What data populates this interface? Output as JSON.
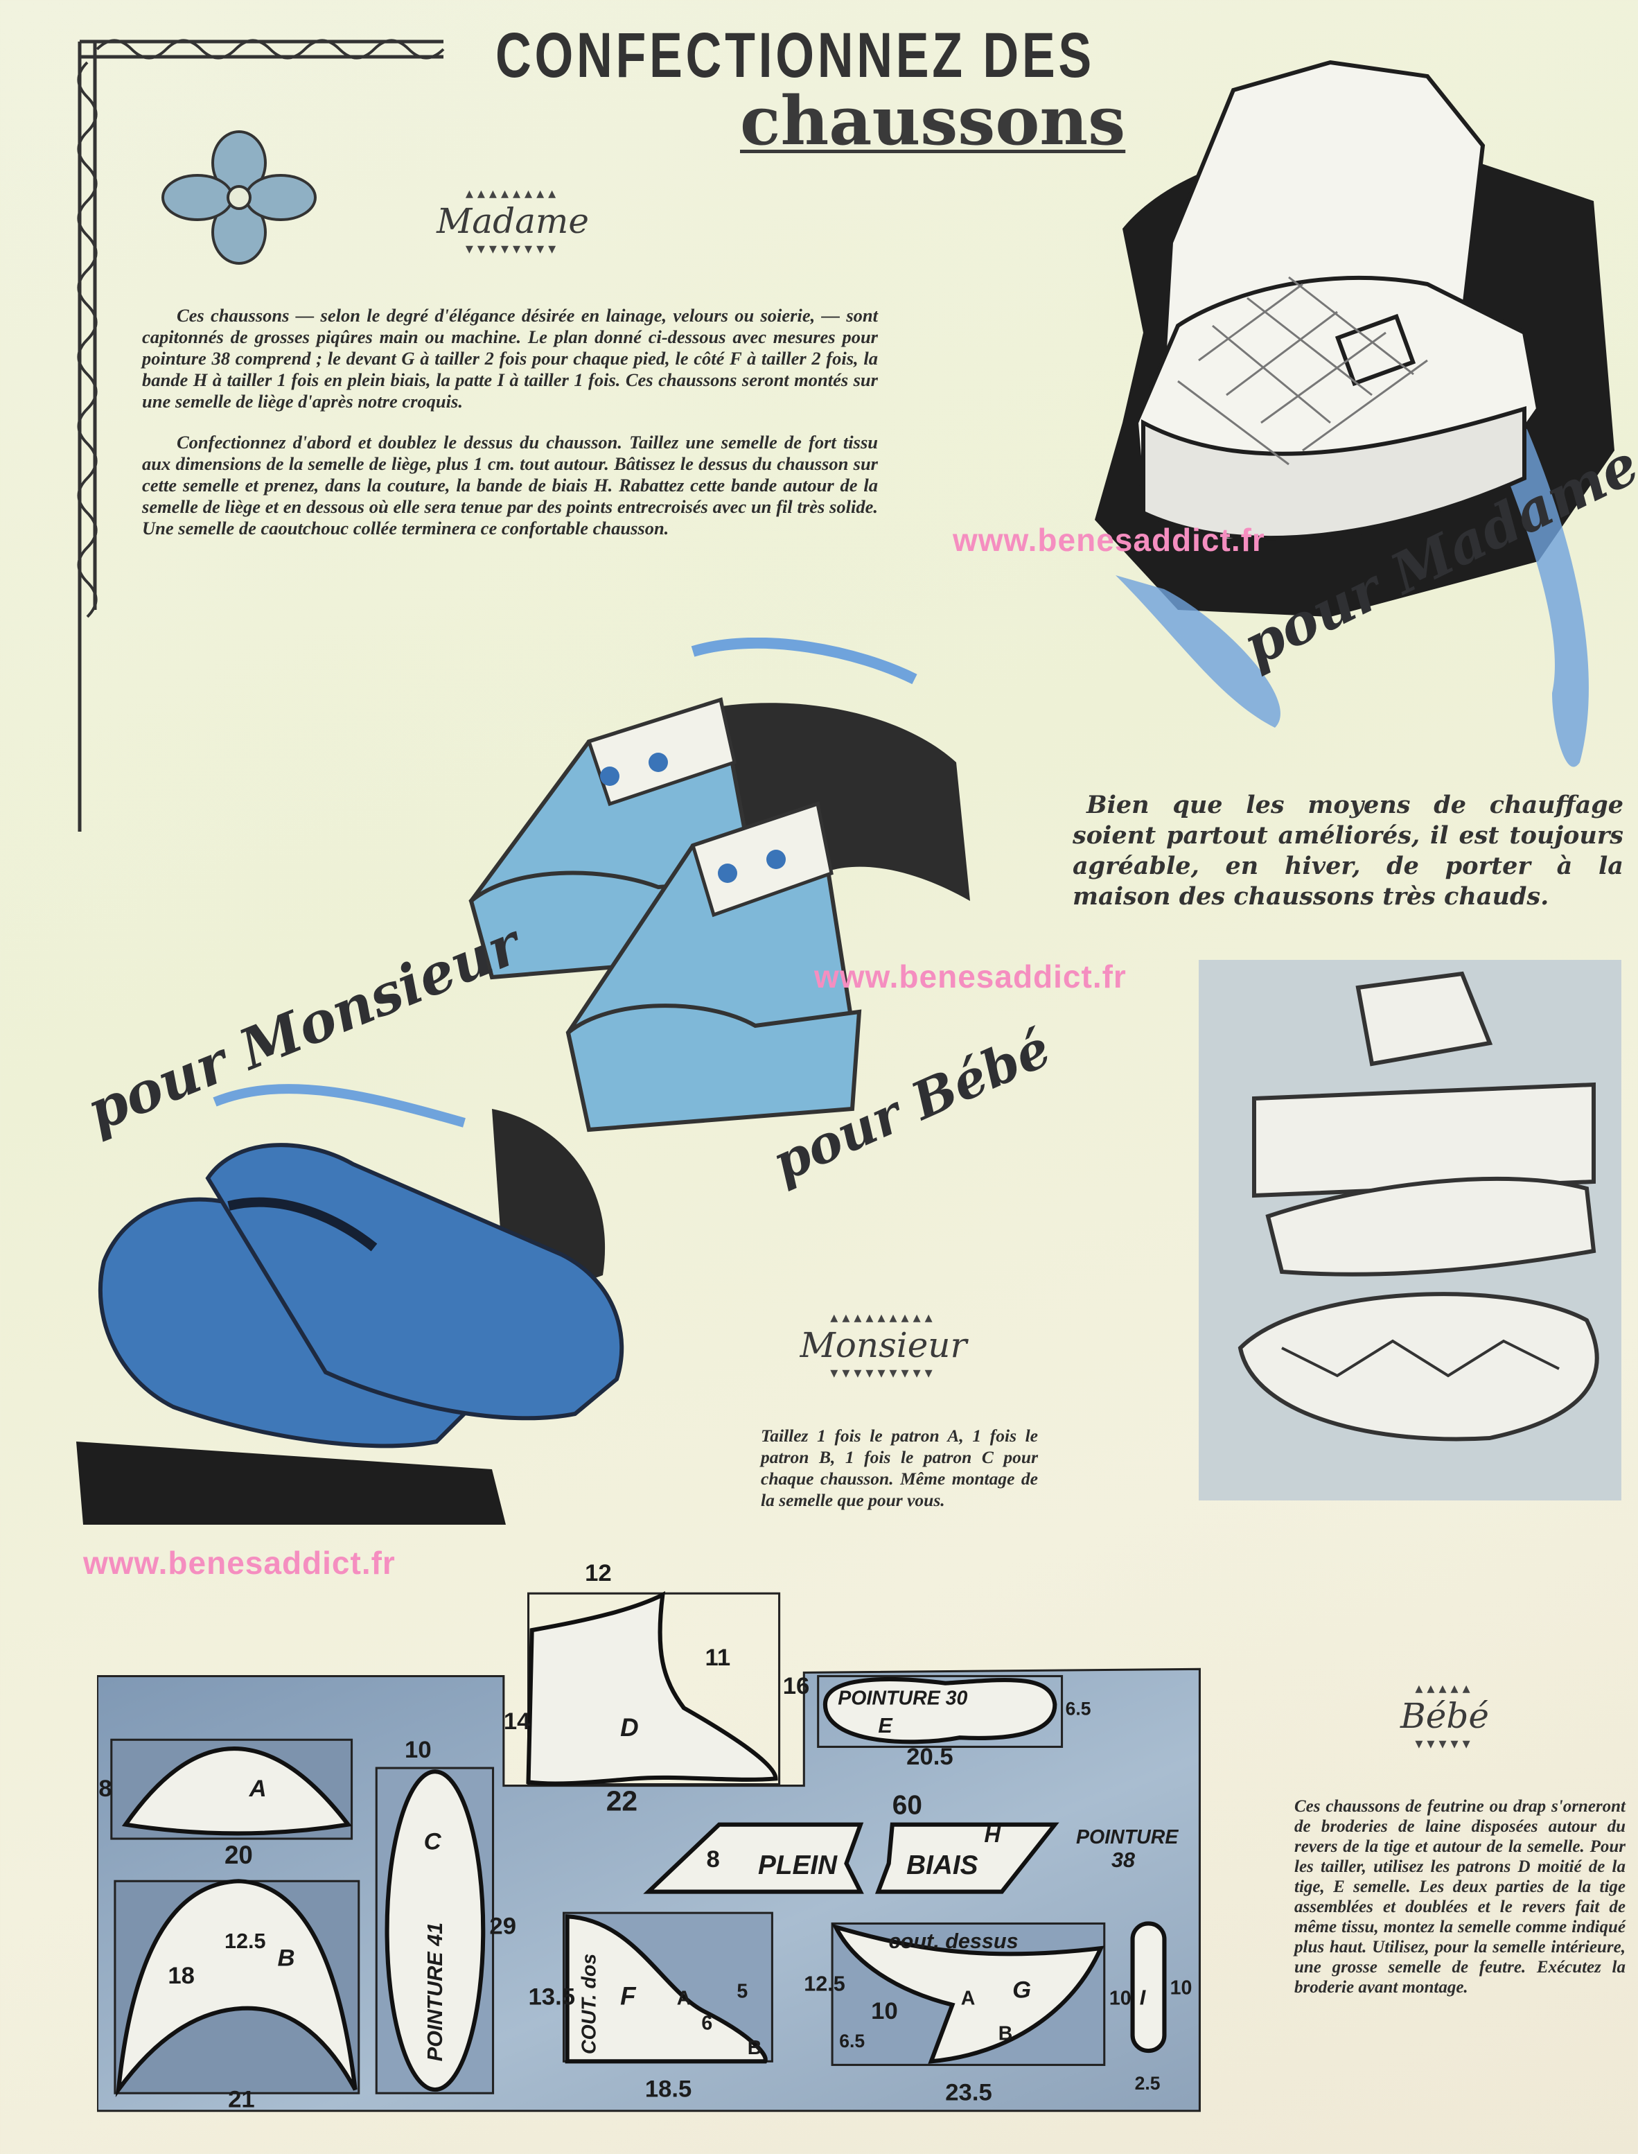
{
  "header": {
    "title_line1": "CONFECTIONNEZ DES",
    "title_line2": "chaussons"
  },
  "madame": {
    "heading": "Madame",
    "paragraphs": [
      "Ces chaussons — selon le degré d'élégance désirée en lainage, velours ou soierie, — sont capitonnés de grosses piqûres main ou machine. Le plan donné ci-dessous avec mesures pour pointure 38 comprend ; le devant G à tailler 2 fois pour chaque pied, le côté F à tailler 2 fois, la bande H à tailler 1 fois en plein biais, la patte I à tailler 1 fois. Ces chaussons seront montés sur une semelle de liège d'après notre croquis.",
      "Confectionnez d'abord et doublez le dessus du chausson. Taillez une semelle de fort tissu aux dimensions de la semelle de liège, plus 1 cm. tout autour. Bâtissez le dessus du chausson sur cette semelle et prenez, dans la couture, la bande de biais H. Rabattez cette bande autour de la semelle de liège et en dessous où elle sera tenue par des points entrecroisés avec un fil très solide. Une semelle de caoutchouc collée terminera ce confortable chausson."
    ],
    "caption": "pour Madame"
  },
  "quote": "Bien que les moyens de chauffage soient partout améliorés, il est toujours agréable, en hiver, de porter à la maison des chaussons très chauds.",
  "monsieur": {
    "heading": "Monsieur",
    "text": "Taillez 1 fois le patron A, 1 fois le patron B, 1 fois le patron C pour chaque chausson. Même montage de la semelle que pour vous.",
    "caption": "pour Monsieur"
  },
  "bebe": {
    "heading": "Bébé",
    "text": "Ces chaussons de feutrine ou drap s'orneront de broderies de laine disposées autour du revers de la tige et autour de la semelle. Pour les tailler, utilisez les patrons D moitié de la tige, E semelle. Les deux parties de la tige assemblées et doublées et le revers fait de même tissu, montez la semelle comme indiqué plus haut. Utilisez, pour la semelle intérieure, une grosse semelle de feutre. Exécutez la broderie avant montage.",
    "caption": "pour Bébé"
  },
  "watermarks": [
    "www.benesaddict.fr",
    "www.benesaddict.fr",
    "www.benesaddict.fr"
  ],
  "pattern": {
    "D": {
      "label": "D",
      "width_top": "12",
      "width_mid": "11",
      "height_left": "14",
      "height_right": "16",
      "width_bottom": "22"
    },
    "E": {
      "label": "E",
      "size": "POINTURE 30",
      "width": "20.5",
      "height": "6.5"
    },
    "H": {
      "label": "H",
      "length": "60",
      "word1": "PLEIN",
      "word2": "BIAIS",
      "height": "8"
    },
    "size_note": {
      "line1": "POINTURE",
      "line2": "38"
    },
    "A": {
      "label": "A",
      "height": "8",
      "width": "20"
    },
    "B": {
      "label": "B",
      "height": "18",
      "inner": "12.5",
      "width": "21"
    },
    "C": {
      "label": "C",
      "size": "POINTURE 41",
      "width": "10",
      "height": "29"
    },
    "F": {
      "label": "F",
      "seam": "COUT. dos",
      "height": "13.5",
      "mark_a": "A",
      "mark_b": "B",
      "d1": "5",
      "d2": "6",
      "width": "18.5"
    },
    "G": {
      "label": "G",
      "seam": "cout. dessus",
      "height": "12.5",
      "mark_a": "A",
      "mark_b": "B",
      "d1": "10",
      "d2": "6.5",
      "right": "10",
      "width": "23.5"
    },
    "I": {
      "label": "I",
      "height": "10",
      "width": "2.5"
    }
  },
  "colors": {
    "paper": "#eef1d6",
    "ribbon": "#6fa3dc",
    "slipper_blue": "#3f78b8",
    "baby_blue": "#7fb8d8",
    "pattern_blue": "#8fa7c0",
    "watermark": "#f58ec0"
  }
}
